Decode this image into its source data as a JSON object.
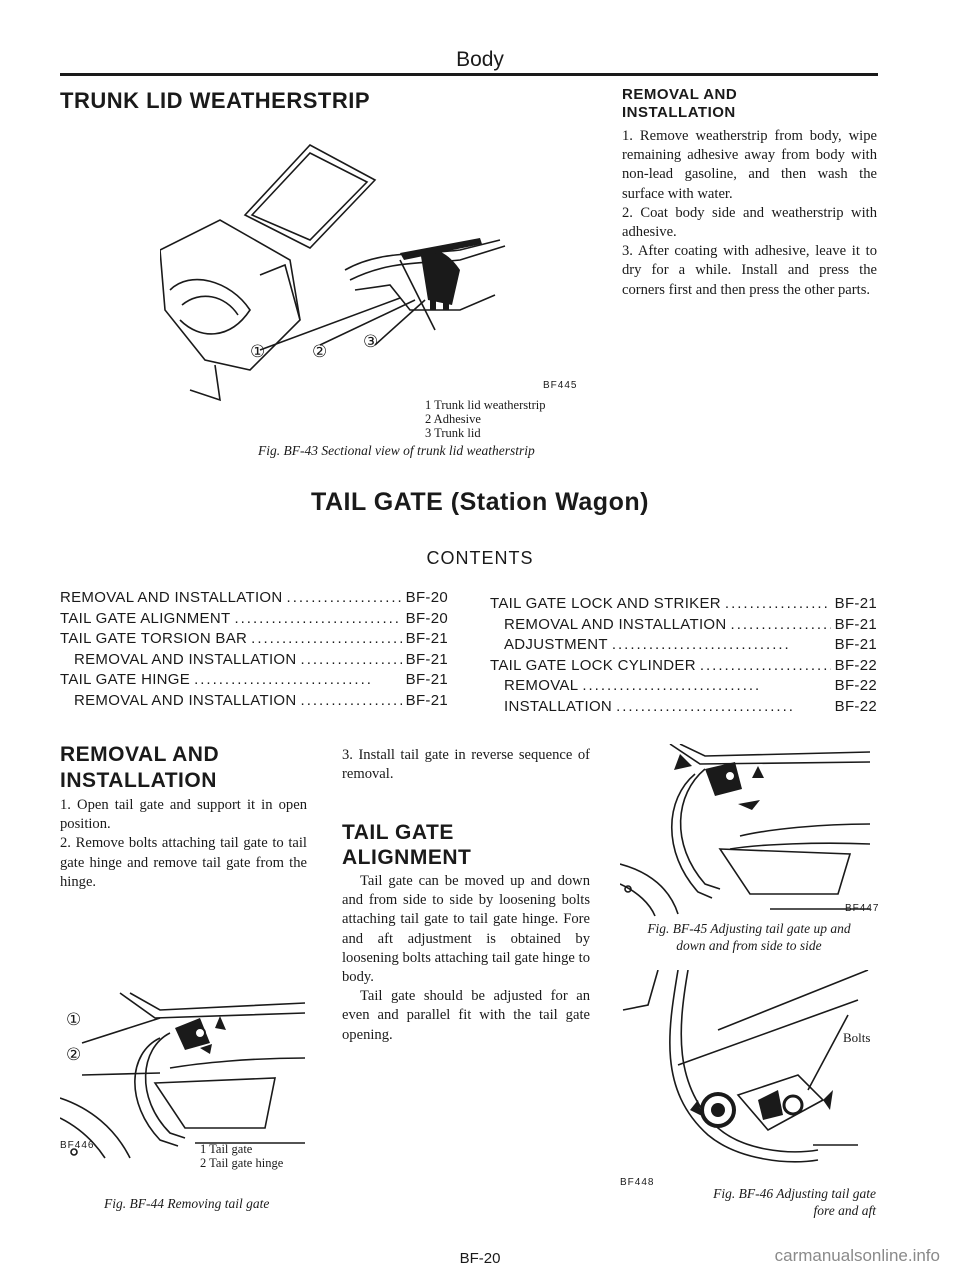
{
  "header": {
    "section": "Body"
  },
  "trunk": {
    "heading": "TRUNK LID WEATHERSTRIP",
    "callouts": [
      "①",
      "②",
      "③"
    ],
    "code": "BF445",
    "legend": [
      "1  Trunk lid weatherstrip",
      "2  Adhesive",
      "3  Trunk lid"
    ],
    "caption": "Fig. BF-43  Sectional view of trunk lid weatherstrip"
  },
  "removal_top": {
    "heading_line1": "REMOVAL AND",
    "heading_line2": "INSTALLATION",
    "steps": [
      "1.  Remove weatherstrip from body, wipe remaining adhesive away from body with non-lead gasoline, and then wash the surface with water.",
      "2.  Coat body side and weatherstrip with adhesive.",
      "3.  After coating with adhesive, leave it to dry for a while. Install and press the corners first and then press the other parts."
    ]
  },
  "tailgate": {
    "title": "TAIL GATE (Station Wagon)",
    "contents_title": "CONTENTS",
    "toc_left": [
      {
        "label": "REMOVAL AND INSTALLATION",
        "page": "BF-20",
        "indent": false
      },
      {
        "label": "TAIL GATE ALIGNMENT",
        "page": "BF-20",
        "indent": false
      },
      {
        "label": "TAIL GATE TORSION BAR",
        "page": "BF-21",
        "indent": false
      },
      {
        "label": "REMOVAL AND INSTALLATION",
        "page": "BF-21",
        "indent": true
      },
      {
        "label": "TAIL GATE HINGE",
        "page": "BF-21",
        "indent": false
      },
      {
        "label": "REMOVAL AND INSTALLATION",
        "page": "BF-21",
        "indent": true
      }
    ],
    "toc_right": [
      {
        "label": "TAIL GATE LOCK AND STRIKER",
        "page": "BF-21",
        "indent": false
      },
      {
        "label": "REMOVAL AND INSTALLATION",
        "page": "BF-21",
        "indent": true
      },
      {
        "label": "ADJUSTMENT",
        "page": "BF-21",
        "indent": true
      },
      {
        "label": "TAIL GATE LOCK CYLINDER",
        "page": "BF-22",
        "indent": false
      },
      {
        "label": "REMOVAL",
        "page": "BF-22",
        "indent": true
      },
      {
        "label": "INSTALLATION",
        "page": "BF-22",
        "indent": true
      }
    ]
  },
  "removal_left": {
    "heading_line1": "REMOVAL AND",
    "heading_line2": "INSTALLATION",
    "steps": [
      "1.  Open tail gate and support it in open position.",
      "2.  Remove bolts attaching tail gate to tail gate hinge and remove tail gate from the hinge."
    ],
    "callouts": [
      "①",
      "②"
    ],
    "code": "BF446",
    "legend": [
      "1  Tail gate",
      "2  Tail gate hinge"
    ],
    "caption": "Fig. BF-44  Removing tail gate"
  },
  "middle": {
    "step3": "3.  Install tail gate in reverse sequence of removal.",
    "alignment_heading_line1": "TAIL GATE",
    "alignment_heading_line2": "ALIGNMENT",
    "para1": "Tail gate can be moved up and down and from side to side by loosening bolts attaching tail gate to tail gate hinge. Fore and aft adjustment is obtained by loosening bolts attaching tail gate hinge to body.",
    "para2": "Tail gate should be adjusted for an even and parallel fit with the tail gate opening."
  },
  "right": {
    "fig45_code": "BF447",
    "fig45_caption_line1": "Fig. BF-45  Adjusting tail gate up and",
    "fig45_caption_line2": "down and from side to side",
    "fig46_label": "Bolts",
    "fig46_code": "BF448",
    "fig46_caption_line1": "Fig. BF-46  Adjusting tail gate",
    "fig46_caption_line2": "fore and aft"
  },
  "footer": {
    "page": "BF-20",
    "watermark": "carmanualsonline.info"
  }
}
